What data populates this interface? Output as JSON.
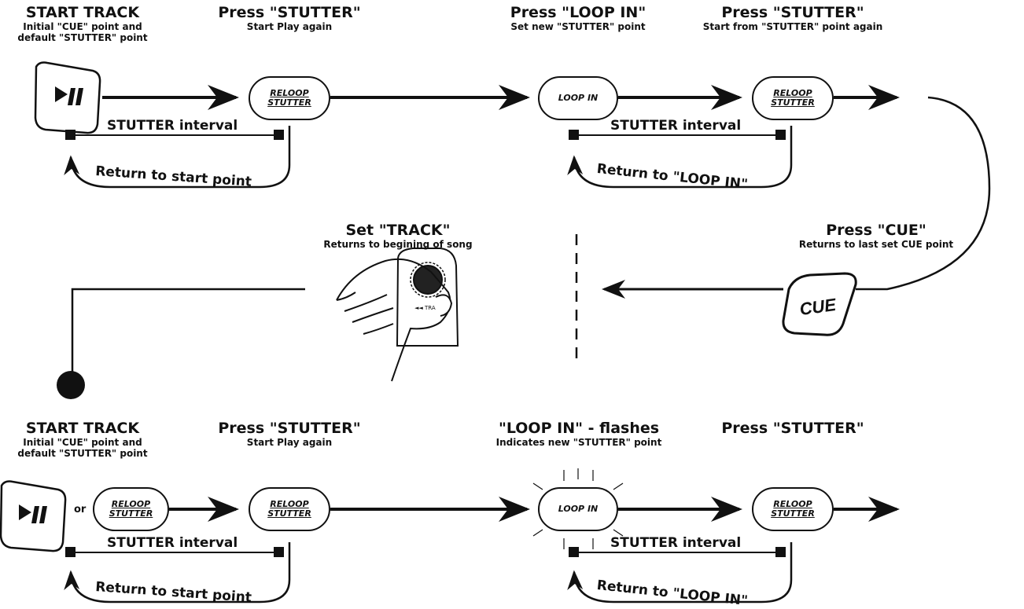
{
  "top": {
    "start_title": "START TRACK",
    "start_sub1": "Initial \"CUE\" point and",
    "start_sub2": "default \"STUTTER\" point",
    "step2_title": "Press \"STUTTER\"",
    "step2_sub": "Start Play again",
    "step3_title": "Press \"LOOP IN\"",
    "step3_sub": "Set new \"STUTTER\" point",
    "step4_title": "Press \"STUTTER\"",
    "step4_sub": "Start from \"STUTTER\" point again",
    "interval1": "STUTTER interval",
    "return1": "Return to start point",
    "interval2": "STUTTER interval",
    "return2": "Return to \"LOOP IN\""
  },
  "middle": {
    "cue_title": "Press \"CUE\"",
    "cue_sub": "Returns to last set CUE point",
    "track_title": "Set \"TRACK\"",
    "track_sub": "Returns to begining of song",
    "cue_key_label": "CUE",
    "track_knob_label": "◄◄ TRA"
  },
  "bottom": {
    "start_title": "START TRACK",
    "start_sub1": "Initial \"CUE\" point and",
    "start_sub2": "default \"STUTTER\" point",
    "or_label": "or",
    "step2_title": "Press \"STUTTER\"",
    "step2_sub": "Start Play again",
    "step3_title": "\"LOOP IN\" - flashes",
    "step3_sub": "Indicates new \"STUTTER\" point",
    "step4_title": "Press \"STUTTER\"",
    "interval1": "STUTTER interval",
    "return1": "Return to start point",
    "interval2": "STUTTER interval",
    "return2": "Return to \"LOOP IN\""
  },
  "buttons": {
    "reloop_line1": "RELOOP",
    "reloop_line2": "STUTTER",
    "loop_in": "LOOP IN",
    "play_pause_icon": "play-pause-icon"
  }
}
